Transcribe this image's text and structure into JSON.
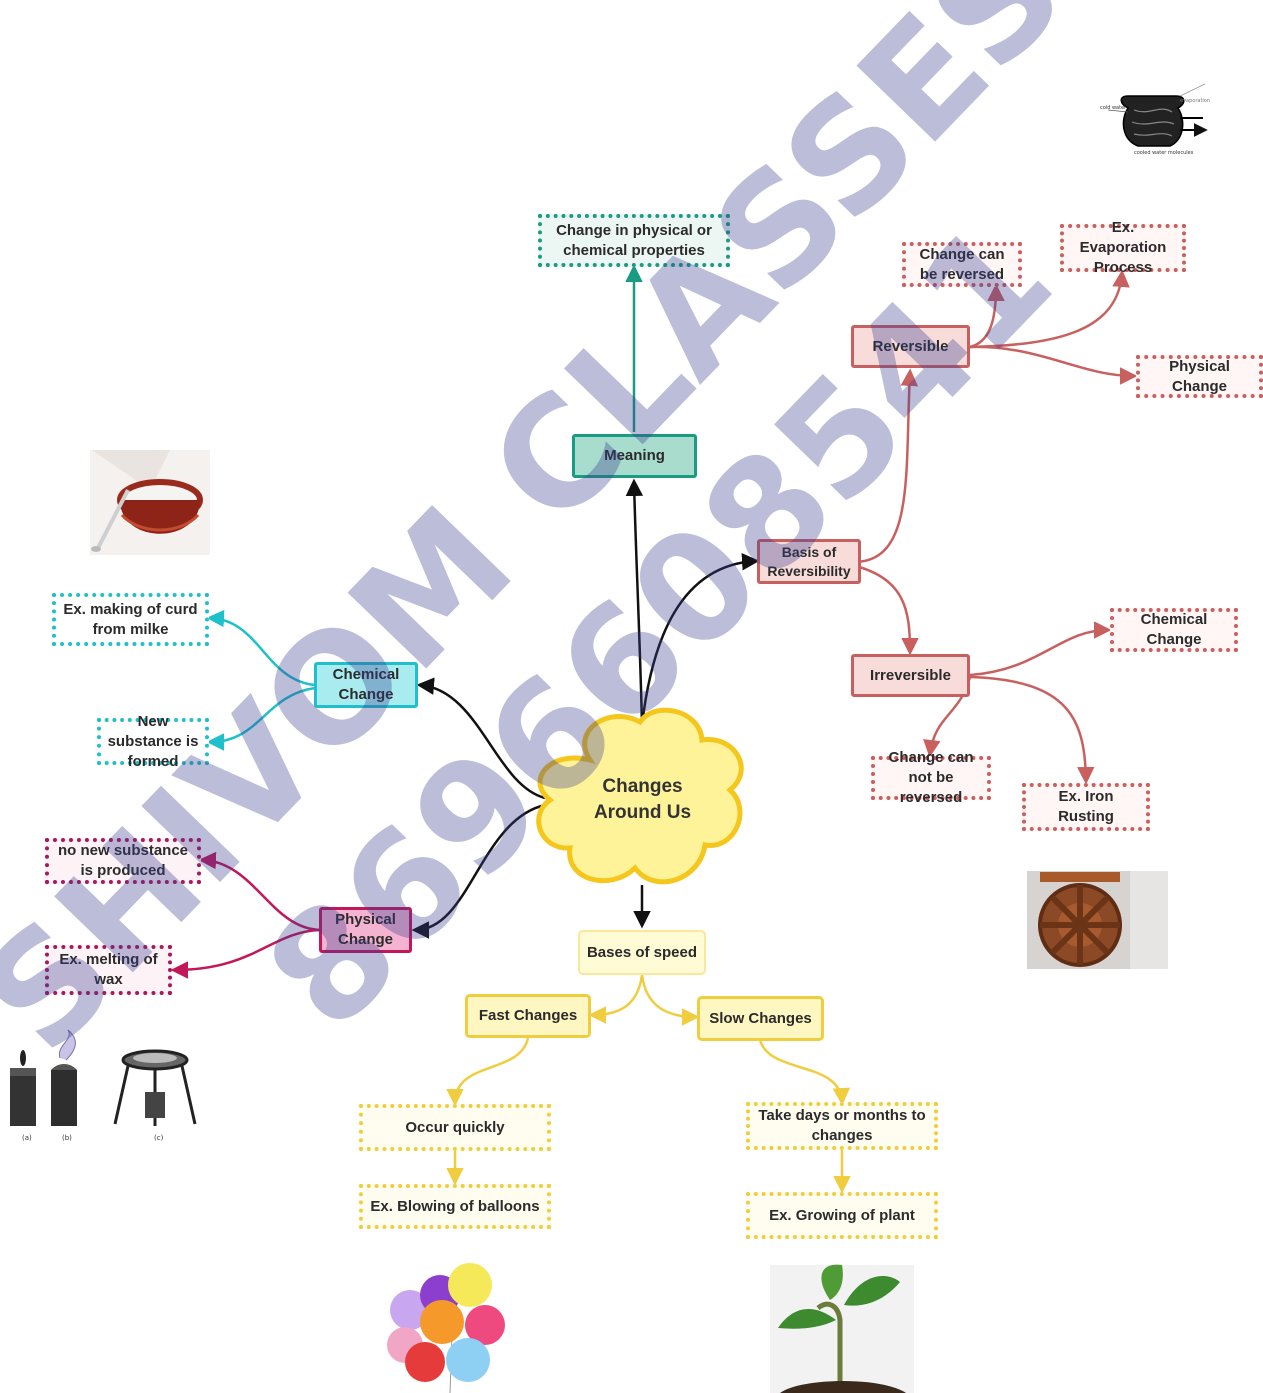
{
  "center": {
    "line1": "Changes",
    "line2": "Around Us"
  },
  "meaning": {
    "label": "Meaning",
    "definition": "Change in physical or chemical properties"
  },
  "reversibility": {
    "label": "Basis of Reversibility",
    "reversible": {
      "label": "Reversible",
      "detail": "Change can be reversed",
      "example": "Ex. Evaporation Process",
      "type": "Physical Change"
    },
    "irreversible": {
      "label": "Irreversible",
      "type": "Chemical Change",
      "detail": "Change can not be reversed",
      "example": "Ex. Iron Rusting"
    }
  },
  "chemical": {
    "label": "Chemical Change",
    "example": "Ex. making of curd from milke",
    "detail": "New substance is formed"
  },
  "physical": {
    "label": "Physical Change",
    "detail": "no new substance is produced",
    "example": "Ex. melting of wax"
  },
  "speed": {
    "label": "Bases of speed",
    "fast": {
      "label": "Fast Changes",
      "detail": "Occur quickly",
      "example": "Ex. Blowing of balloons"
    },
    "slow": {
      "label": "Slow Changes",
      "detail": "Take days or months to changes",
      "example": "Ex. Growing of plant"
    }
  },
  "images": {
    "pot_labels": [
      "cold water",
      "evaporation",
      "cooled water molecules"
    ],
    "candle_labels": [
      "(a)",
      "(b)",
      "(c)"
    ]
  },
  "watermark": {
    "line1": "SHIVOM CLASSES",
    "line2": "8696608541"
  },
  "colors": {
    "teal": "#1a9b83",
    "cyan": "#1fc0cb",
    "pink": "#c2185b",
    "red": "#c96060",
    "yellow": "#f0cd3f",
    "watermark": "#3a3d8f"
  }
}
